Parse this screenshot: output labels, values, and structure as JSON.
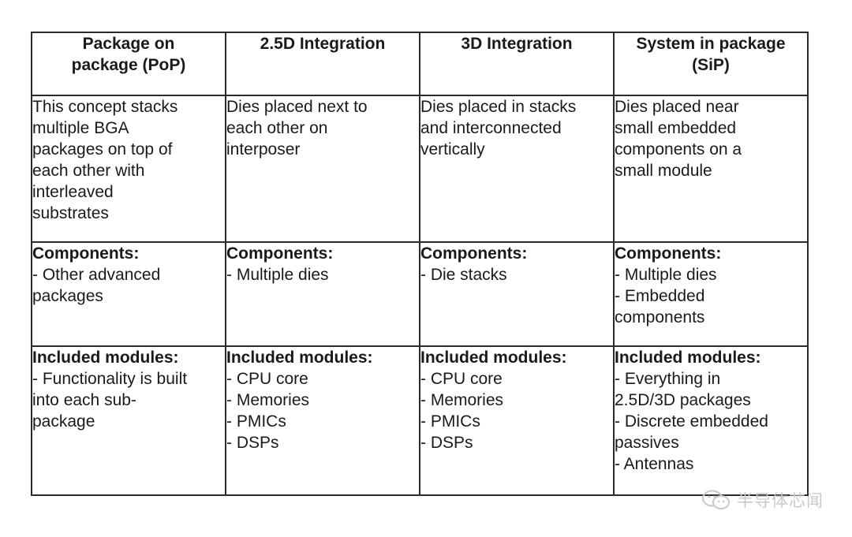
{
  "table": {
    "columns": [
      {
        "header": "Package on package (PoP)",
        "header_lines": [
          "Package on",
          "package (PoP)"
        ],
        "description_lines": [
          "This concept stacks",
          "multiple BGA",
          "packages on top of",
          "each other with",
          "interleaved",
          "substrates"
        ],
        "components_title": "Components:",
        "components_lines": [
          "- Other advanced",
          "packages"
        ],
        "modules_title": "Included modules:",
        "modules_lines": [
          "- Functionality is built",
          "into each sub-",
          "package"
        ]
      },
      {
        "header": "2.5D Integration",
        "header_lines": [
          "2.5D Integration"
        ],
        "description_lines": [
          "Dies placed next to",
          "each other on",
          "interposer"
        ],
        "components_title": "Components:",
        "components_lines": [
          "- Multiple dies"
        ],
        "modules_title": "Included modules:",
        "modules_lines": [
          "- CPU core",
          "- Memories",
          "- PMICs",
          "- DSPs"
        ]
      },
      {
        "header": "3D Integration",
        "header_lines": [
          "3D Integration"
        ],
        "description_lines": [
          "Dies placed in stacks",
          "and interconnected",
          "vertically"
        ],
        "components_title": "Components:",
        "components_lines": [
          "- Die stacks"
        ],
        "modules_title": "Included modules:",
        "modules_lines": [
          "- CPU core",
          "- Memories",
          "- PMICs",
          "- DSPs"
        ]
      },
      {
        "header": "System in package (SiP)",
        "header_lines": [
          "System in package",
          "(SiP)"
        ],
        "description_lines": [
          "Dies placed near",
          "small embedded",
          "components on a",
          "small module"
        ],
        "components_title": "Components:",
        "components_lines": [
          "- Multiple dies",
          "- Embedded",
          "components"
        ],
        "modules_title": "Included modules:",
        "modules_lines": [
          "- Everything in",
          "2.5D/3D packages",
          "- Discrete embedded",
          "passives",
          "- Antennas"
        ]
      }
    ]
  },
  "watermark": {
    "text": "半导体芯闻",
    "icon": "wechat-icon"
  },
  "colors": {
    "border": "#2b2b2b",
    "text": "#1a1a1a",
    "watermark": "#c9c9c9",
    "background": "#ffffff"
  }
}
